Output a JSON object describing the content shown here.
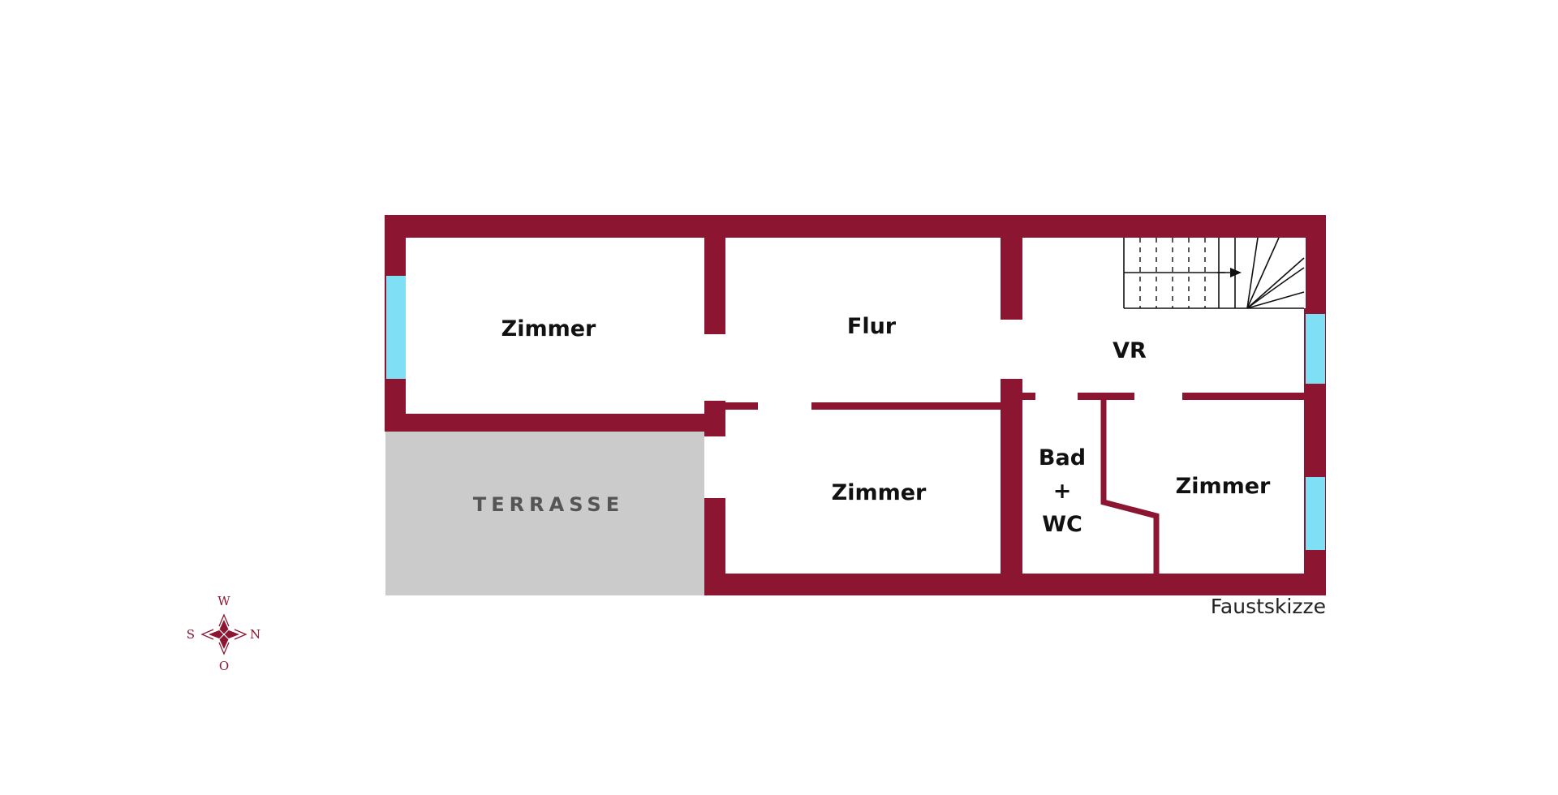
{
  "colors": {
    "wall": "#8c1631",
    "window": "#7fdff5",
    "terrace": "#cbcbcb",
    "background": "#ffffff",
    "label": "#111111",
    "terrace_label": "#555555"
  },
  "rooms": {
    "zimmer_west": "Zimmer",
    "flur": "Flur",
    "vr": "VR",
    "zimmer_middle": "Zimmer",
    "bad_line1": "Bad",
    "bad_line2": "+",
    "bad_line3": "WC",
    "zimmer_east": "Zimmer"
  },
  "terrace": {
    "label": "TERRASSE"
  },
  "caption": "Faustskizze",
  "compass": {
    "top": "W",
    "bottom": "O",
    "left": "S",
    "right": "N",
    "icon": "compass-rose-icon"
  },
  "stairs": {
    "icon": "staircase-icon",
    "direction_icon": "arrow-right-icon"
  }
}
